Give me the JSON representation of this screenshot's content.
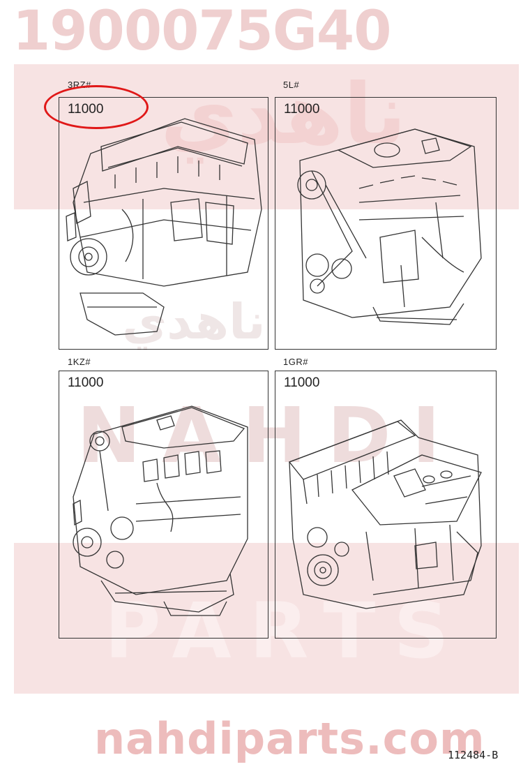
{
  "header": {
    "part_number": "1900075G40"
  },
  "watermark": {
    "brand": "NAHDI",
    "sub": "PARTS",
    "arabic": "ناهدي",
    "site": "nahdiparts.com"
  },
  "panels": [
    {
      "engine": "3RZ#",
      "code": "11000"
    },
    {
      "engine": "5L#",
      "code": "11000"
    },
    {
      "engine": "1KZ#",
      "code": "11000"
    },
    {
      "engine": "1GR#",
      "code": "11000"
    }
  ],
  "figure": {
    "code": "112484-B"
  },
  "colors": {
    "highlight": "#e01818",
    "watermark": "#edbcbc",
    "line": "#333333"
  }
}
